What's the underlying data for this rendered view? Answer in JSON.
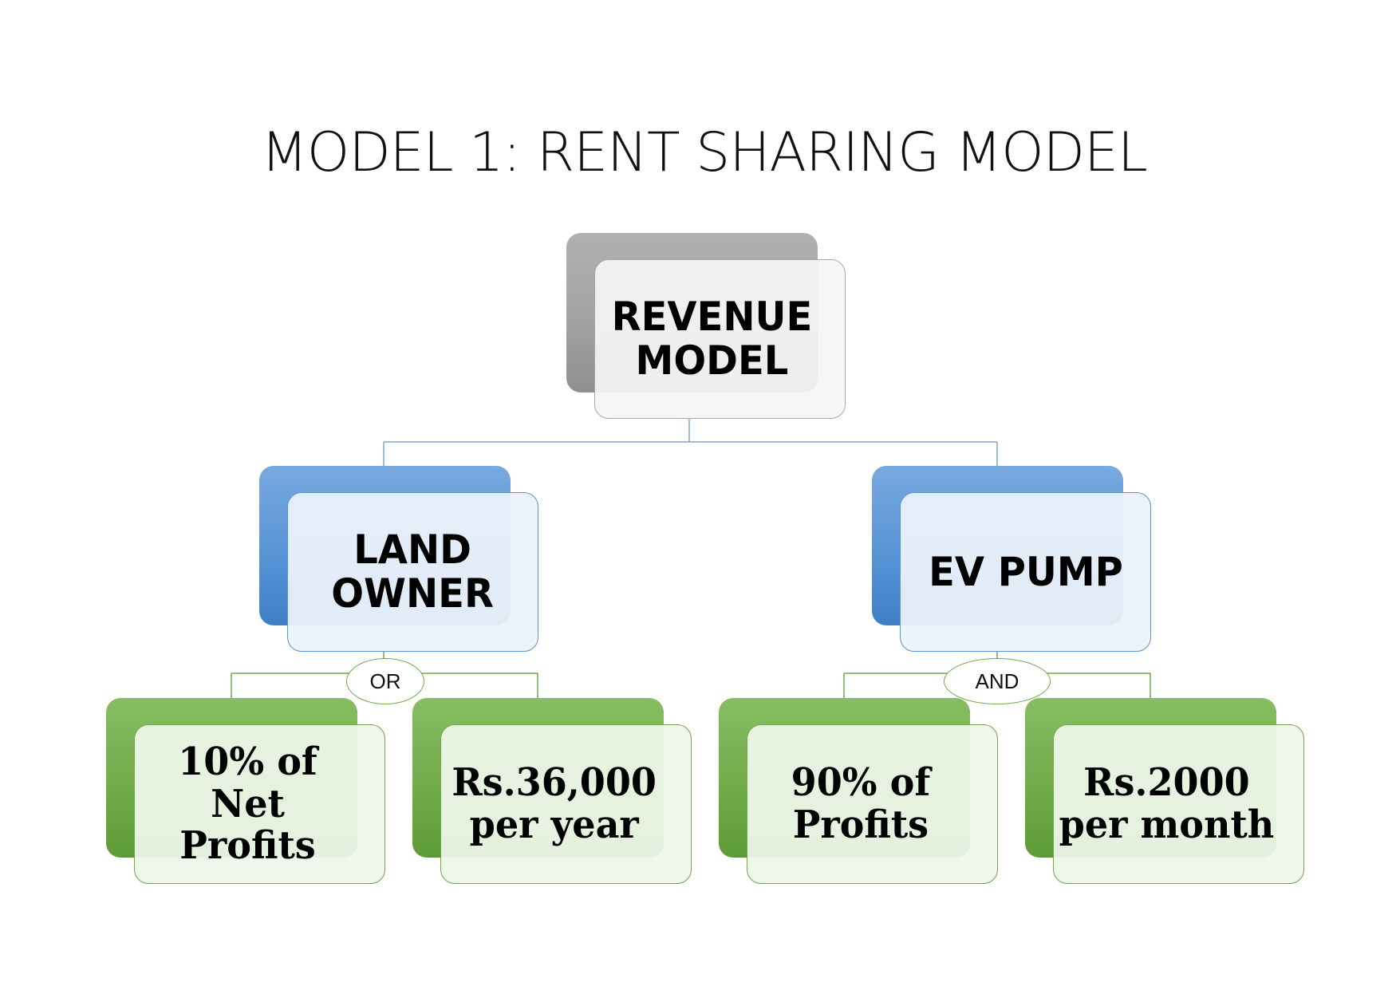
{
  "title": "MODEL 1: RENT SHARING MODEL",
  "root": {
    "label": "REVENUE\nMODEL",
    "color": "grey"
  },
  "branches": [
    {
      "label": "LAND\nOWNER",
      "color": "blue",
      "connector": "OR",
      "children": [
        {
          "label": "10% of Net\nProfits",
          "color": "green"
        },
        {
          "label": "Rs.36,000\nper year",
          "color": "green"
        }
      ]
    },
    {
      "label": "EV PUMP",
      "color": "blue",
      "connector": "AND",
      "children": [
        {
          "label": "90% of\nProfits",
          "color": "green"
        },
        {
          "label": "Rs.2000\nper month",
          "color": "green"
        }
      ]
    }
  ],
  "colors": {
    "grey_box": "#a4a4a4",
    "blue_box": "#5b96d7",
    "green_box": "#73ad4c",
    "connector_blue": "#7aa6cf",
    "connector_green": "#6ea84a"
  }
}
